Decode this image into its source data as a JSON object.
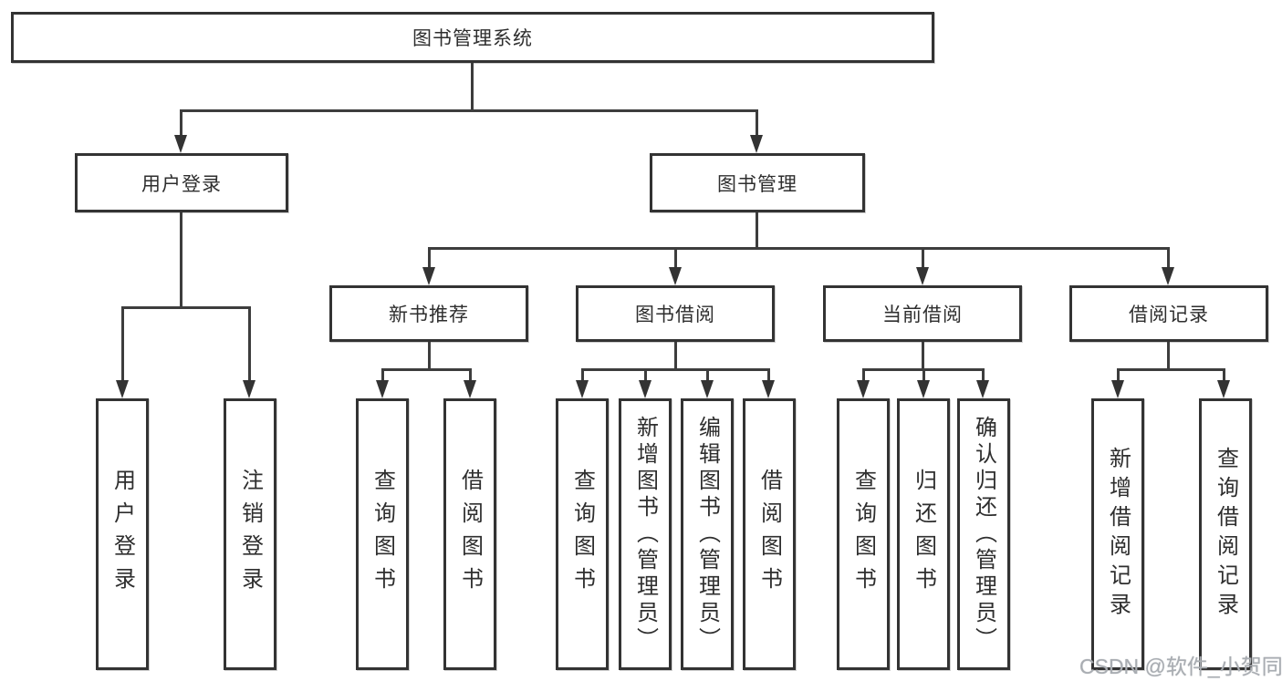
{
  "diagram": {
    "root": {
      "label": "图书管理系统"
    },
    "level2": [
      {
        "label": "用户登录"
      },
      {
        "label": "图书管理"
      }
    ],
    "level3": [
      {
        "label": "新书推荐"
      },
      {
        "label": "图书借阅"
      },
      {
        "label": "当前借阅"
      },
      {
        "label": "借阅记录"
      }
    ],
    "leaves": {
      "user_login": [
        {
          "label": "用户登录"
        },
        {
          "label": "注销登录"
        }
      ],
      "new_book": [
        {
          "label": "查询图书"
        },
        {
          "label": "借阅图书"
        }
      ],
      "book_borrow": [
        {
          "label": "查询图书"
        },
        {
          "label": "新增图书（管理员）"
        },
        {
          "label": "编辑图书（管理员）"
        },
        {
          "label": "借阅图书"
        }
      ],
      "current_borrow": [
        {
          "label": "查询图书"
        },
        {
          "label": "归还图书"
        },
        {
          "label": "确认归还（管理员）"
        }
      ],
      "borrow_records": [
        {
          "label": "新增借阅记录"
        },
        {
          "label": "查询借阅记录"
        }
      ]
    }
  },
  "watermark": {
    "text": "CSDN @软件_小贺同学"
  },
  "colors": {
    "line": "#3d3d3d",
    "border": "#333333",
    "text": "#2e2e2e",
    "watermark": "#a9adb2",
    "background": "#ffffff"
  }
}
